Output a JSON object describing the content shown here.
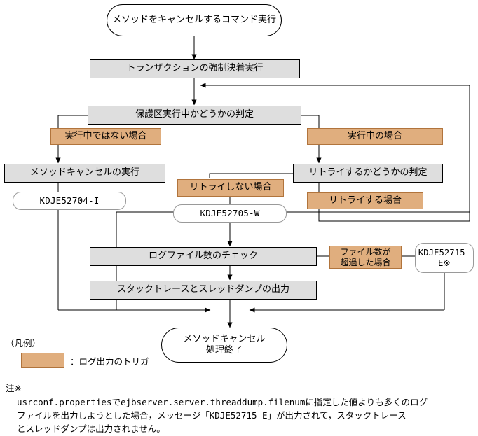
{
  "diagram": {
    "title_node": {
      "label": "メソッドをキャンセルするコマンド実行"
    },
    "nodes": [
      {
        "id": "start",
        "type": "terminator",
        "label": "メソッドをキャンセルするコマンド実行"
      },
      {
        "id": "tx_force",
        "type": "process",
        "label": "トランザクションの強制決着実行"
      },
      {
        "id": "judge_guard",
        "type": "process",
        "label": "保護区実行中かどうかの判定"
      },
      {
        "id": "not_running",
        "type": "trigger",
        "label": "実行中ではない場合"
      },
      {
        "id": "running",
        "type": "trigger",
        "label": "実行中の場合"
      },
      {
        "id": "do_cancel",
        "type": "process",
        "label": "メソッドキャンセルの実行"
      },
      {
        "id": "msg_52704",
        "type": "message",
        "label": "KDJE52704-I"
      },
      {
        "id": "judge_retry",
        "type": "process",
        "label": "リトライするかどうかの判定"
      },
      {
        "id": "no_retry",
        "type": "trigger",
        "label": "リトライしない場合"
      },
      {
        "id": "yes_retry",
        "type": "trigger",
        "label": "リトライする場合"
      },
      {
        "id": "msg_52705",
        "type": "message",
        "label": "KDJE52705-W"
      },
      {
        "id": "check_files",
        "type": "process",
        "label": "ログファイル数のチェック"
      },
      {
        "id": "dump_out",
        "type": "process",
        "label": "スタックトレースとスレッドダンプの出力"
      },
      {
        "id": "over_files",
        "type": "trigger",
        "label": "ファイル数が\n超過した場合"
      },
      {
        "id": "msg_52715",
        "type": "message",
        "label": "KDJE52715-\nE※"
      },
      {
        "id": "end",
        "type": "terminator",
        "label": "メソッドキャンセル\n処理終了"
      }
    ]
  },
  "legend": {
    "title": "（凡例）",
    "swatch_color": "#e0ae7e",
    "description": "：ログ出力のトリガ"
  },
  "footnote": {
    "label": "注※",
    "body": "usrconf.propertiesでejbserver.server.threaddump.filenumに指定した値よりも多くのログ\nファイルを出力しようとした場合，メッセージ「KDJE52715-E」が出力されて，スタックトレース\nとスレッドダンプは出力されません。"
  },
  "colors": {
    "process_fill": "#dedede",
    "process_border": "#000000",
    "trigger_fill": "#e0ae7e",
    "trigger_border": "#b1743c",
    "message_border": "#9a9a9a",
    "line": "#000000",
    "background": "#ffffff"
  }
}
